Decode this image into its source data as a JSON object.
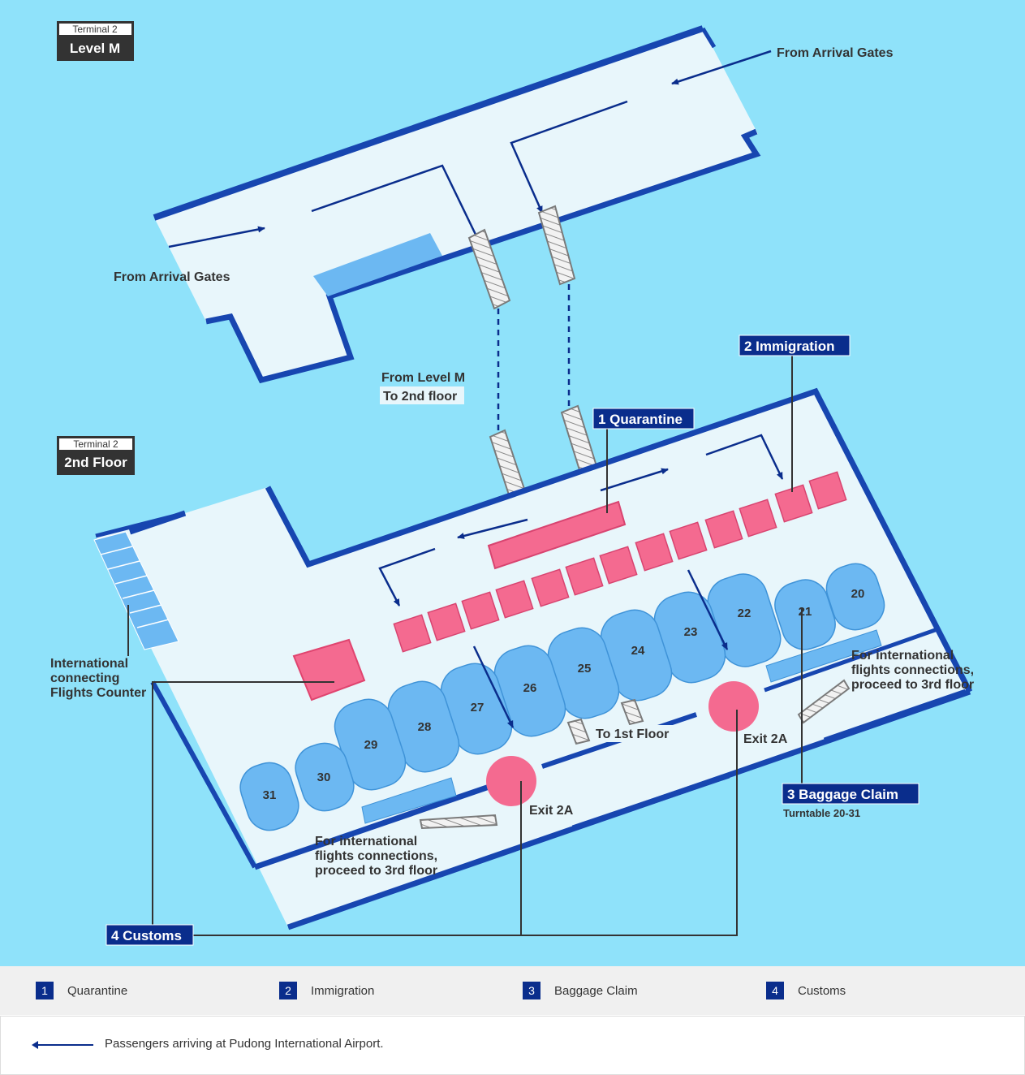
{
  "colors": {
    "sky": "#8fe2fa",
    "floor": "#e8f6fb",
    "wall": "#1746b0",
    "navy": "#0a2d8c",
    "pink": "#f46a90",
    "belt": "#6cb8f2",
    "text": "#333333"
  },
  "level_m": {
    "terminal_tag": "Terminal 2",
    "floor_tag": "Level M",
    "from_arrival_gates_right": "From  Arrival Gates",
    "from_arrival_gates_left": "From  Arrival Gates"
  },
  "transfer": {
    "line1": "From  Level M",
    "line2": "To 2nd floor"
  },
  "second_floor": {
    "terminal_tag": "Terminal 2",
    "floor_tag": "2nd Floor",
    "intl_counter": [
      "International",
      "connecting",
      "Flights Counter"
    ],
    "callouts": {
      "quarantine": "1 Quarantine",
      "immigration": "2 Immigration",
      "baggage_claim": "3 Baggage Claim",
      "baggage_sub": "Turntable 20-31",
      "customs": "4 Customs"
    },
    "turntables": [
      "20",
      "21",
      "22",
      "23",
      "24",
      "25",
      "26",
      "27",
      "28",
      "29",
      "30",
      "31"
    ],
    "to_1st_floor": "To 1st Floor",
    "exit_right": "Exit 2A",
    "exit_left": "Exit 2A",
    "connect_right": [
      "For international",
      "flights connections,",
      "proceed to 3rd floor"
    ],
    "connect_left": [
      "For international",
      "flights connections,",
      "proceed to 3rd floor"
    ]
  },
  "legend": {
    "items": [
      {
        "num": "1",
        "label": "Quarantine"
      },
      {
        "num": "2",
        "label": "Immigration"
      },
      {
        "num": "3",
        "label": "Baggage Claim"
      },
      {
        "num": "4",
        "label": "Customs"
      }
    ],
    "arrow_note": "Passengers arriving at Pudong International Airport."
  }
}
